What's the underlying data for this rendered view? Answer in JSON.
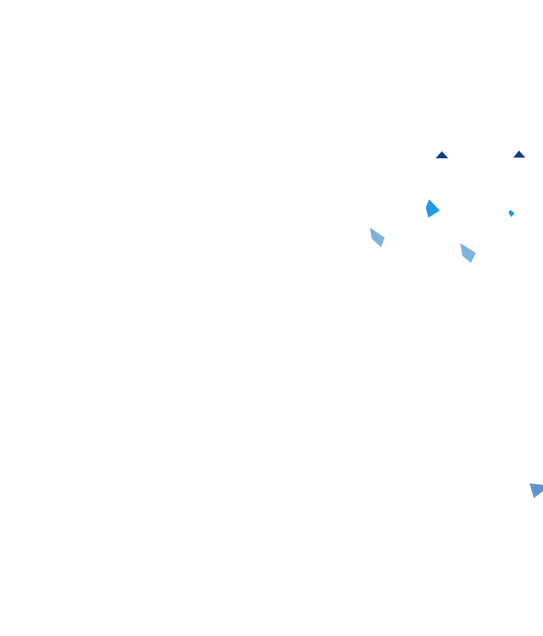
{
  "background_color": "#ffffff",
  "shapes": [
    {
      "name": "triangle-navy-left",
      "kind": "triangle",
      "color": "#0f3f8c"
    },
    {
      "name": "triangle-navy-right",
      "kind": "triangle",
      "color": "#0f3f8c"
    },
    {
      "name": "shard-bright-blue-large",
      "kind": "shard",
      "color": "#1e9be8"
    },
    {
      "name": "shard-bright-blue-small",
      "kind": "shard",
      "color": "#1e9be8"
    },
    {
      "name": "shard-light-blue-left",
      "kind": "shard",
      "color": "#7fb3dc"
    },
    {
      "name": "shard-light-blue-right",
      "kind": "shard",
      "color": "#7fb3dc"
    },
    {
      "name": "shard-steel-blue-edge",
      "kind": "shard",
      "color": "#5b97cf"
    }
  ]
}
